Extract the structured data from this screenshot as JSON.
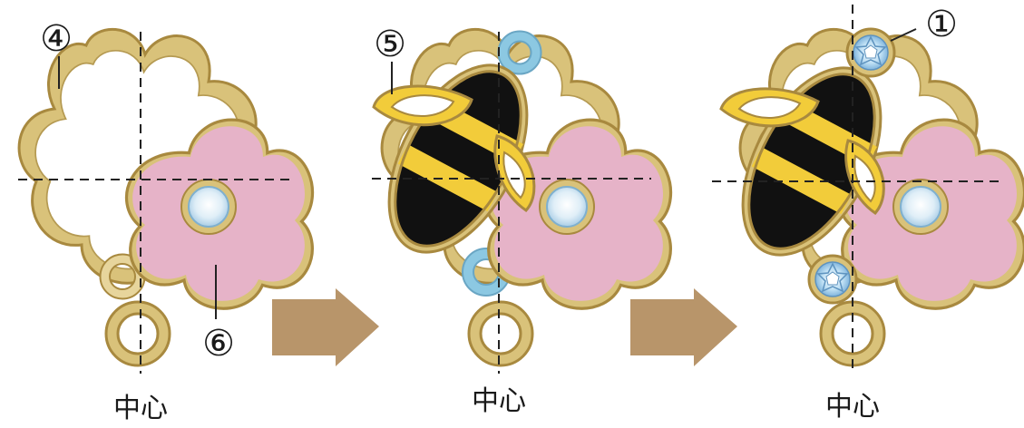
{
  "steps": [
    {
      "label": "④",
      "second_label": "⑥",
      "center_label": "中心"
    },
    {
      "label": "⑤",
      "center_label": "中心"
    },
    {
      "label": "①",
      "center_label": "中心"
    }
  ],
  "colors": {
    "gold": "#d9c27a",
    "gold_outline": "#a8893f",
    "pink": "#e6b3c8",
    "black": "#111111",
    "yellow": "#f2cc3a",
    "blue_ring": "#8cc8e2",
    "arrow": "#b8956a",
    "crystal": "#a9d3ef"
  },
  "icons": [
    "flower-frame-icon",
    "pink-flower-icon",
    "bee-icon",
    "ring-icon",
    "crystal-icon",
    "arrow-right-icon"
  ]
}
